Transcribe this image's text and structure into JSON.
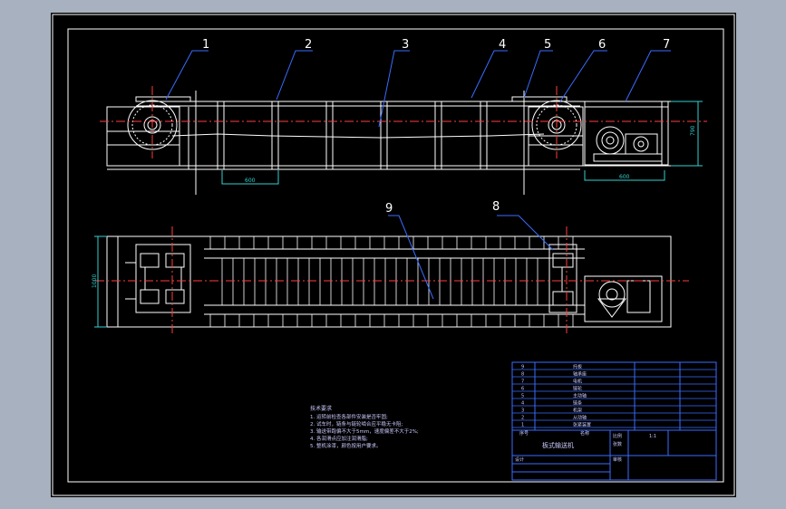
{
  "drawing": {
    "background": "#000000",
    "frame_color": "#ffffff",
    "line_color": "#ffffff",
    "center_line_color": "#ff3b3b",
    "leader_color": "#3a6cff",
    "dimension_color": "#35d0d0",
    "text_color": "#c9c9ff",
    "label_color": "#ffffff"
  },
  "leaders": [
    {
      "label": "1"
    },
    {
      "label": "2"
    },
    {
      "label": "3"
    },
    {
      "label": "4"
    },
    {
      "label": "5"
    },
    {
      "label": "6"
    },
    {
      "label": "7"
    },
    {
      "label": "8"
    },
    {
      "label": "9"
    }
  ],
  "dimensions": {
    "side_span": "600",
    "motor_span": "600",
    "height": "790",
    "plan_width": "1000"
  },
  "notes": {
    "title": "技术要求",
    "lines": [
      "1. 运转前检查各部件安装是否牢固;",
      "2. 试车时，链条与链轮啮合应平稳无卡阻;",
      "3. 输送带跑偏不大于5mm，速度偏差不大于2%;",
      "4. 各润滑点应加注润滑脂;",
      "5. 整机涂漆，颜色按用户要求。"
    ]
  },
  "title_block": {
    "parts": [
      {
        "no": "9",
        "name": "托板"
      },
      {
        "no": "8",
        "name": "轴承座"
      },
      {
        "no": "7",
        "name": "电机"
      },
      {
        "no": "6",
        "name": "链轮"
      },
      {
        "no": "5",
        "name": "主动轴"
      },
      {
        "no": "4",
        "name": "链条"
      },
      {
        "no": "3",
        "name": "机架"
      },
      {
        "no": "2",
        "name": "从动轴"
      },
      {
        "no": "1",
        "name": "张紧装置"
      }
    ],
    "header": {
      "no": "序号",
      "name": "名称"
    },
    "drawing_name": "板式输送机",
    "scale_label": "比例",
    "scale_value": "1:1",
    "sheet_label": "张数",
    "designer_label": "设计",
    "checker_label": "审核"
  }
}
